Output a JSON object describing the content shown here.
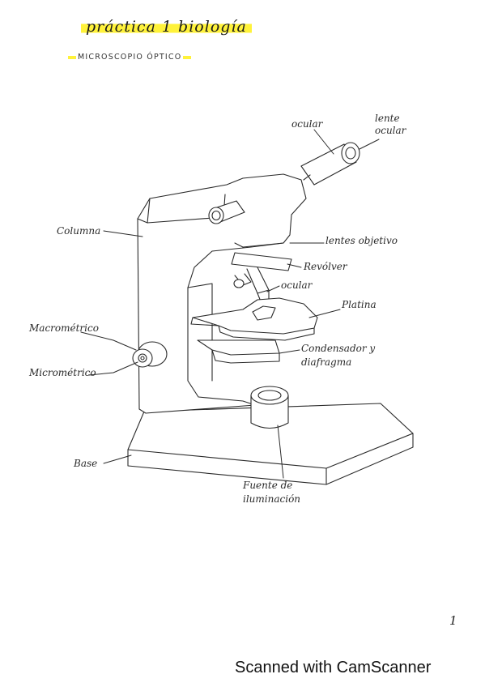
{
  "header": {
    "title": "práctica 1 biología",
    "subtitle": "MICROSCOPIO ÓPTICO"
  },
  "labels": {
    "ocular_top": "ocular",
    "lente_ocular_1": "lente",
    "lente_ocular_2": "ocular",
    "columna": "Columna",
    "lentes_objetivo": "lentes objetivo",
    "revolver": "Revólver",
    "ocular_mid": "ocular",
    "platina": "Platina",
    "macrometrico": "Macrométrico",
    "micrometrico": "Micrométrico",
    "condensador_1": "Condensador y",
    "condensador_2": "diafragma",
    "base": "Base",
    "fuente_1": "Fuente de",
    "fuente_2": "iluminación"
  },
  "page_number": "1",
  "footer": "Scanned with CamScanner",
  "colors": {
    "highlight": "#fff23a",
    "ink": "#2a2a2a"
  }
}
